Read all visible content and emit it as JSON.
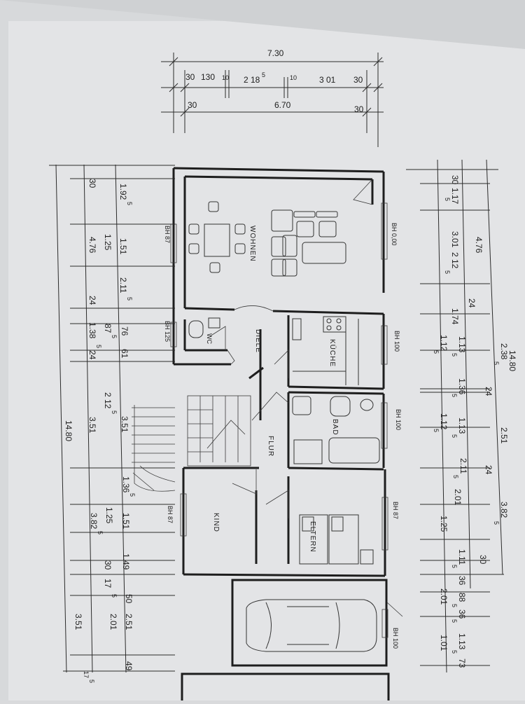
{
  "top_dims": {
    "total": "7.30",
    "row1": [
      "30",
      "130",
      "10",
      "2 18",
      "5",
      "10",
      "3 01",
      "30"
    ],
    "row2": [
      "30",
      "6.70",
      "30"
    ]
  },
  "left_dims": {
    "total": "14.80",
    "outer": [
      "30",
      "4.76",
      "24",
      "1.38",
      "5",
      "24",
      "3.51",
      "3.82",
      "5",
      "3.51",
      "17",
      "5"
    ],
    "inner": [
      "1.92",
      "5",
      "1.51",
      "1.25",
      "2.11",
      "5",
      "76",
      "87",
      "5",
      "61",
      "2 12",
      "5",
      "3.51",
      "1.36",
      "5",
      "1.25",
      "1.51",
      "1.49",
      "30",
      "17",
      "5",
      "50",
      "2.51",
      "2.01",
      "49"
    ]
  },
  "right_dims": {
    "total": "14.80",
    "a": [
      "30",
      "1.17",
      "5",
      "3.01",
      "2 12",
      "5",
      "1.74",
      "1.12",
      "5",
      "1.12",
      "5",
      "2.01",
      "1.25",
      "2.01",
      "1.01"
    ],
    "b": [
      "4.76",
      "24",
      "1.13",
      "5",
      "1.36",
      "5",
      "1.13",
      "5",
      "2.11",
      "5",
      "1.11",
      "5",
      "36",
      "88",
      "5",
      "36",
      "5",
      "1.13",
      "5",
      "73"
    ],
    "c": [
      "2.38",
      "5",
      "24",
      "2.51",
      "24",
      "3.82",
      "5",
      "30"
    ]
  },
  "rooms": {
    "wohnen": "WOHNEN",
    "diele": "DIELE",
    "wc": "WC",
    "kueche": "KÜCHE",
    "bad": "BAD",
    "flur": "FLUR",
    "kind": "KIND",
    "eltern": "ELTERN"
  },
  "window_notes": {
    "bh_87_wohnen": "BH 87",
    "bh_125": "BH 125",
    "bh_000": "BH 0,00",
    "bh_100_kueche": "BH 100",
    "bh_100_bad": "BH 100",
    "bh_875": "BH 87",
    "bh_87_kind": "BH 87",
    "bh_100_garage": "BH 100"
  }
}
